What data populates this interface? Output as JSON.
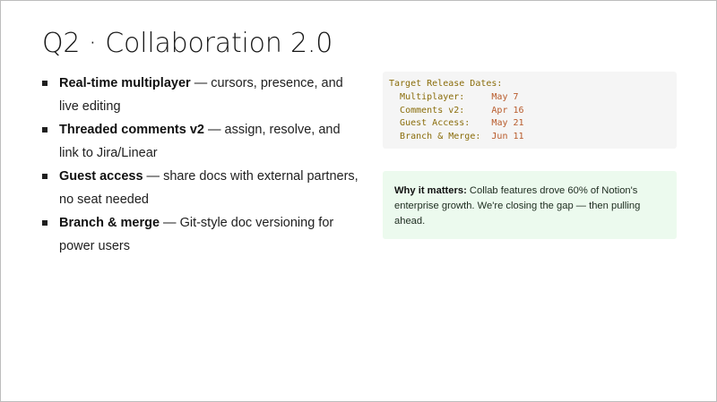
{
  "slide": {
    "title": "Q2 · Collaboration 2.0",
    "bullets": [
      {
        "strong": "Real-time multiplayer",
        "rest": " — cursors, presence, and live editing"
      },
      {
        "strong": "Threaded comments v2",
        "rest": " — assign, resolve, and link to Jira/Linear"
      },
      {
        "strong": "Guest access",
        "rest": " — share docs with external partners, no seat needed"
      },
      {
        "strong": "Branch & merge",
        "rest": " — Git-style doc versioning for power users"
      }
    ],
    "release_box": {
      "title": "Target Release Dates:",
      "rows": [
        {
          "label": "Multiplayer:",
          "date": "May 7"
        },
        {
          "label": "Comments v2:",
          "date": "Apr 16"
        },
        {
          "label": "Guest Access:",
          "date": "May 21"
        },
        {
          "label": "Branch & Merge:",
          "date": "Jun 11"
        }
      ]
    },
    "callout": {
      "label": "Why it matters:",
      "text": " Collab features drove 60% of Notion's enterprise growth. We're closing the gap — then pulling ahead."
    },
    "colors": {
      "code_label": "#8a6d0b",
      "code_date": "#b85a2a",
      "callout_bg": "#ecfaee",
      "code_bg": "#f5f5f5"
    }
  }
}
